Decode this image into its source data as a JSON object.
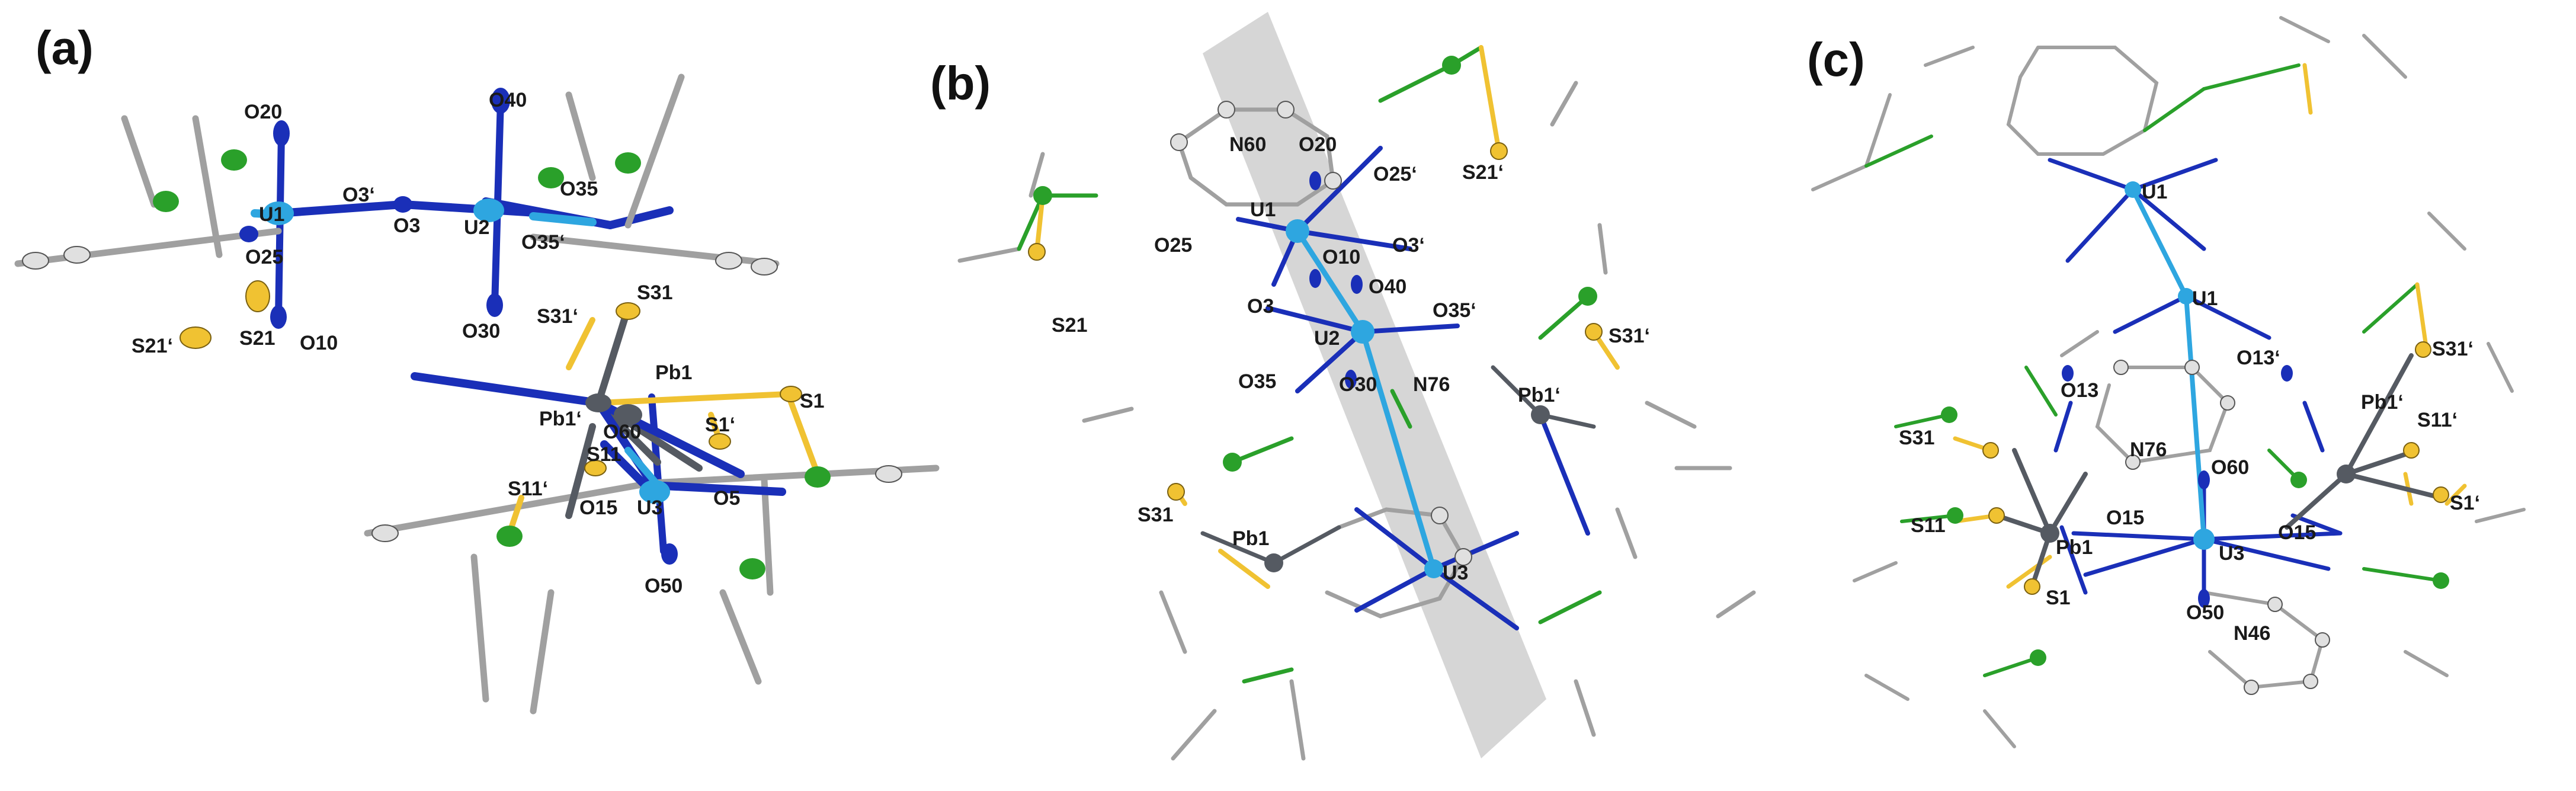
{
  "colors": {
    "uranium": "#2ea6e0",
    "oxygen_nitrogen": "#1a2fb8",
    "lead": "#555a62",
    "sulfur": "#f0c232",
    "carbon_green": "#2aa02a",
    "carbon_grey": "#a0a0a0",
    "highlight_band": "#cfcfcf"
  },
  "panels": [
    {
      "letter": "(a)",
      "labels": {
        "U1": "U1",
        "U2": "U2",
        "U3": "U3",
        "O20": "O20",
        "O25": "O25",
        "O3p": "O3‘",
        "O3": "O3",
        "O40": "O40",
        "O35": "O35",
        "O35p": "O35‘",
        "S21p": "S21‘",
        "S21": "S21",
        "O10": "O10",
        "O30": "O30",
        "S31p": "S31‘",
        "S31": "S31",
        "Pb1": "Pb1",
        "S1": "S1",
        "Pb1p": "Pb1‘",
        "O60": "O60",
        "S1p": "S1‘",
        "S11": "S11",
        "S11p": "S11‘",
        "O15": "O15",
        "O5": "O5",
        "O50": "O50"
      }
    },
    {
      "letter": "(b)",
      "labels": {
        "N60": "N60",
        "O20": "O20",
        "O25p": "O25‘",
        "S21p": "S21‘",
        "U1": "U1",
        "O25": "O25",
        "O10": "O10",
        "O3p": "O3‘",
        "O3": "O3",
        "O40": "O40",
        "O35p": "O35‘",
        "S31p": "S31‘",
        "U2": "U2",
        "S21": "S21",
        "O35": "O35",
        "O30": "O30",
        "N76": "N76",
        "Pb1p": "Pb1‘",
        "S31": "S31",
        "Pb1": "Pb1",
        "U3": "U3"
      }
    },
    {
      "letter": "(c)",
      "labels": {
        "U1top": "U1",
        "U1": "U1",
        "O13p": "O13‘",
        "S31p": "S31‘",
        "O13": "O13",
        "Pb1p": "Pb1‘",
        "S11p": "S11‘",
        "S31": "S31",
        "N76": "N76",
        "O60": "O60",
        "S1p": "S1‘",
        "O15": "O15",
        "S11": "S11",
        "Pb1": "Pb1",
        "U3": "U3",
        "O15r": "O15",
        "S1": "S1",
        "O50": "O50",
        "N46": "N46"
      }
    }
  ]
}
